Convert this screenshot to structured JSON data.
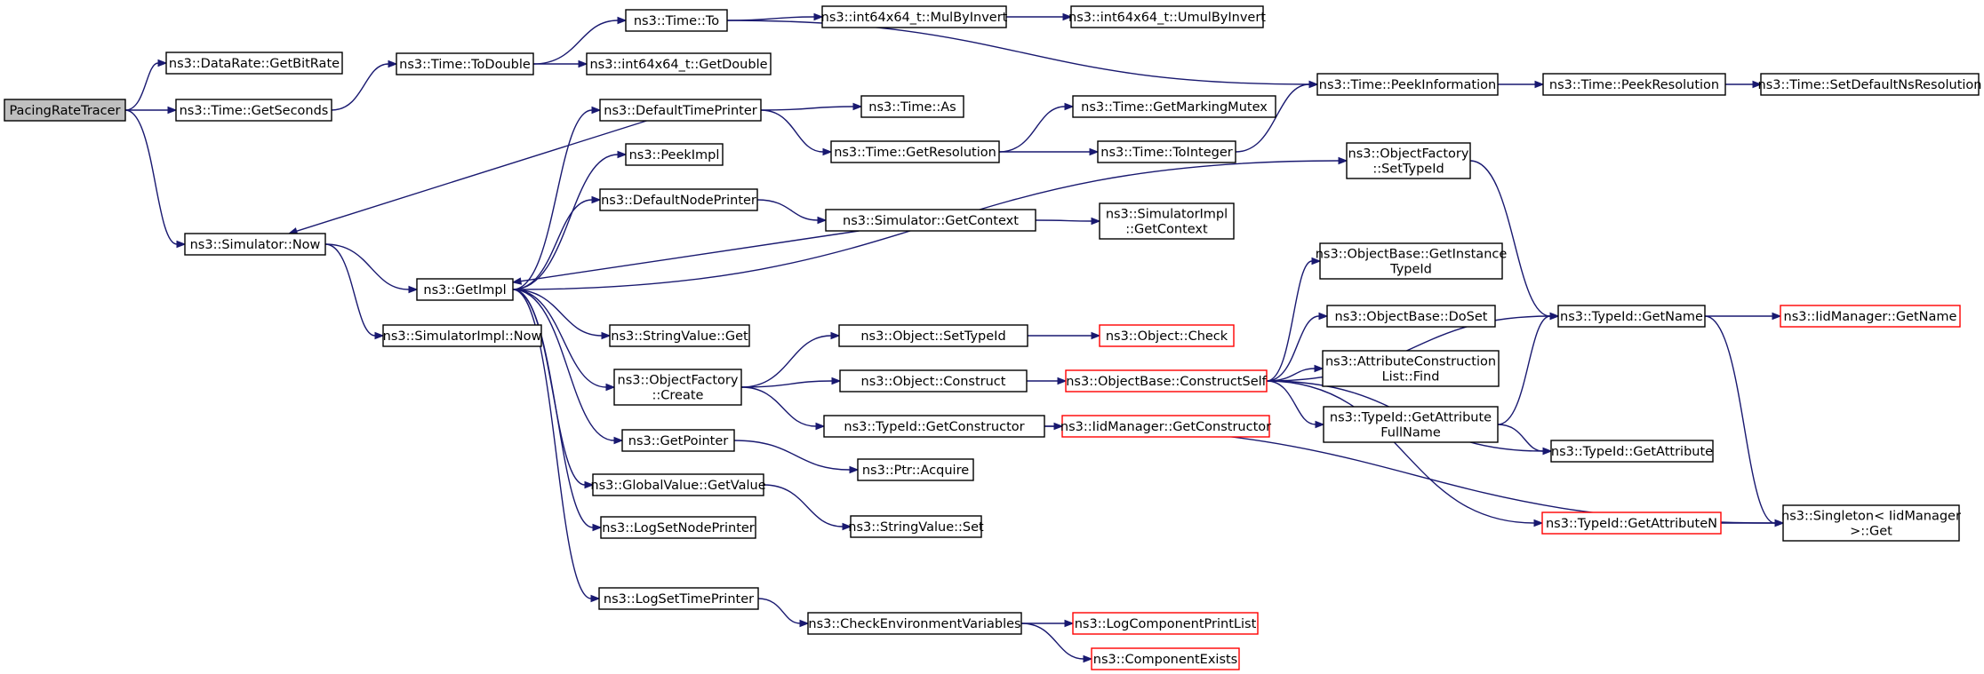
{
  "graph": {
    "title": "",
    "nodes": [
      {
        "id": "n0",
        "label": [
          "PacingRateTracer"
        ],
        "root": true
      },
      {
        "id": "n1",
        "label": [
          "ns3::DataRate::GetBitRate"
        ]
      },
      {
        "id": "n2",
        "label": [
          "ns3::Time::GetSeconds"
        ]
      },
      {
        "id": "n3",
        "label": [
          "ns3::Time::ToDouble"
        ]
      },
      {
        "id": "n4",
        "label": [
          "ns3::Time::To"
        ]
      },
      {
        "id": "n5",
        "label": [
          "ns3::int64x64_t::MulByInvert"
        ]
      },
      {
        "id": "n6",
        "label": [
          "ns3::int64x64_t::UmulByInvert"
        ]
      },
      {
        "id": "n7",
        "label": [
          "ns3::Time::PeekInformation"
        ]
      },
      {
        "id": "n8",
        "label": [
          "ns3::Time::PeekResolution"
        ]
      },
      {
        "id": "n9",
        "label": [
          "ns3::Time::SetDefaultNsResolution"
        ]
      },
      {
        "id": "n10",
        "label": [
          "ns3::int64x64_t::GetDouble"
        ]
      },
      {
        "id": "n11",
        "label": [
          "ns3::Simulator::Now"
        ]
      },
      {
        "id": "n12",
        "label": [
          "ns3::GetImpl"
        ]
      },
      {
        "id": "n13",
        "label": [
          "ns3::SimulatorImpl::Now"
        ]
      },
      {
        "id": "n14",
        "label": [
          "ns3::DefaultTimePrinter"
        ]
      },
      {
        "id": "n15",
        "label": [
          "ns3::Time::As"
        ]
      },
      {
        "id": "n16",
        "label": [
          "ns3::Time::GetResolution"
        ]
      },
      {
        "id": "n17",
        "label": [
          "ns3::Time::GetMarkingMutex"
        ]
      },
      {
        "id": "n18",
        "label": [
          "ns3::Time::ToInteger"
        ]
      },
      {
        "id": "n19",
        "label": [
          "ns3::PeekImpl"
        ]
      },
      {
        "id": "n20",
        "label": [
          "ns3::DefaultNodePrinter"
        ]
      },
      {
        "id": "n21",
        "label": [
          "ns3::Simulator::GetContext"
        ]
      },
      {
        "id": "n22",
        "label": [
          "ns3::SimulatorImpl",
          "::GetContext"
        ]
      },
      {
        "id": "n23",
        "label": [
          "ns3::ObjectFactory",
          "::SetTypeId"
        ]
      },
      {
        "id": "n24",
        "label": [
          "ns3::StringValue::Get"
        ]
      },
      {
        "id": "n25",
        "label": [
          "ns3::ObjectFactory",
          "::Create"
        ]
      },
      {
        "id": "n26",
        "label": [
          "ns3::Object::SetTypeId"
        ]
      },
      {
        "id": "n27",
        "label": [
          "ns3::Object::Check"
        ],
        "truncated": true
      },
      {
        "id": "n28",
        "label": [
          "ns3::Object::Construct"
        ]
      },
      {
        "id": "n29",
        "label": [
          "ns3::ObjectBase::ConstructSelf"
        ],
        "truncated": true
      },
      {
        "id": "n30",
        "label": [
          "ns3::TypeId::GetConstructor"
        ]
      },
      {
        "id": "n31",
        "label": [
          "ns3::IidManager::GetConstructor"
        ],
        "truncated": true
      },
      {
        "id": "n32",
        "label": [
          "ns3::ObjectBase::GetInstance",
          "TypeId"
        ]
      },
      {
        "id": "n33",
        "label": [
          "ns3::ObjectBase::DoSet"
        ]
      },
      {
        "id": "n34",
        "label": [
          "ns3::AttributeConstruction",
          "List::Find"
        ]
      },
      {
        "id": "n35",
        "label": [
          "ns3::TypeId::GetAttribute",
          "FullName"
        ]
      },
      {
        "id": "n36",
        "label": [
          "ns3::TypeId::GetName"
        ]
      },
      {
        "id": "n37",
        "label": [
          "ns3::IidManager::GetName"
        ],
        "truncated": true
      },
      {
        "id": "n38",
        "label": [
          "ns3::TypeId::GetAttribute"
        ]
      },
      {
        "id": "n39",
        "label": [
          "ns3::TypeId::GetAttributeN"
        ],
        "truncated": true
      },
      {
        "id": "n40",
        "label": [
          "ns3::Singleton< IidManager",
          " >::Get"
        ]
      },
      {
        "id": "n41",
        "label": [
          "ns3::GetPointer"
        ]
      },
      {
        "id": "n42",
        "label": [
          "ns3::Ptr::Acquire"
        ]
      },
      {
        "id": "n43",
        "label": [
          "ns3::GlobalValue::GetValue"
        ]
      },
      {
        "id": "n44",
        "label": [
          "ns3::StringValue::Set"
        ]
      },
      {
        "id": "n45",
        "label": [
          "ns3::LogSetNodePrinter"
        ]
      },
      {
        "id": "n46",
        "label": [
          "ns3::LogSetTimePrinter"
        ]
      },
      {
        "id": "n47",
        "label": [
          "ns3::CheckEnvironmentVariables"
        ]
      },
      {
        "id": "n48",
        "label": [
          "ns3::LogComponentPrintList"
        ],
        "truncated": true
      },
      {
        "id": "n49",
        "label": [
          "ns3::ComponentExists"
        ],
        "truncated": true
      }
    ],
    "edges": [
      [
        "n0",
        "n1"
      ],
      [
        "n0",
        "n2"
      ],
      [
        "n0",
        "n11"
      ],
      [
        "n2",
        "n3"
      ],
      [
        "n3",
        "n4"
      ],
      [
        "n3",
        "n10"
      ],
      [
        "n4",
        "n5"
      ],
      [
        "n4",
        "n7"
      ],
      [
        "n5",
        "n6"
      ],
      [
        "n7",
        "n8"
      ],
      [
        "n8",
        "n9"
      ],
      [
        "n11",
        "n12"
      ],
      [
        "n11",
        "n13"
      ],
      [
        "n12",
        "n14"
      ],
      [
        "n12",
        "n19"
      ],
      [
        "n12",
        "n20"
      ],
      [
        "n12",
        "n23"
      ],
      [
        "n12",
        "n24"
      ],
      [
        "n12",
        "n25"
      ],
      [
        "n12",
        "n41"
      ],
      [
        "n12",
        "n43"
      ],
      [
        "n12",
        "n45"
      ],
      [
        "n12",
        "n46"
      ],
      [
        "n14",
        "n11"
      ],
      [
        "n14",
        "n15"
      ],
      [
        "n14",
        "n16"
      ],
      [
        "n16",
        "n17"
      ],
      [
        "n16",
        "n18"
      ],
      [
        "n18",
        "n7"
      ],
      [
        "n20",
        "n21"
      ],
      [
        "n21",
        "n12"
      ],
      [
        "n21",
        "n22"
      ],
      [
        "n23",
        "n36"
      ],
      [
        "n25",
        "n26"
      ],
      [
        "n25",
        "n28"
      ],
      [
        "n25",
        "n30"
      ],
      [
        "n26",
        "n27"
      ],
      [
        "n28",
        "n29"
      ],
      [
        "n29",
        "n32"
      ],
      [
        "n29",
        "n33"
      ],
      [
        "n29",
        "n34"
      ],
      [
        "n29",
        "n35"
      ],
      [
        "n29",
        "n36"
      ],
      [
        "n29",
        "n38"
      ],
      [
        "n29",
        "n39"
      ],
      [
        "n30",
        "n31"
      ],
      [
        "n30",
        "n40"
      ],
      [
        "n35",
        "n36"
      ],
      [
        "n35",
        "n38"
      ],
      [
        "n36",
        "n37"
      ],
      [
        "n36",
        "n40"
      ],
      [
        "n39",
        "n40"
      ],
      [
        "n41",
        "n42"
      ],
      [
        "n43",
        "n44"
      ],
      [
        "n46",
        "n47"
      ],
      [
        "n47",
        "n48"
      ],
      [
        "n47",
        "n49"
      ]
    ]
  }
}
